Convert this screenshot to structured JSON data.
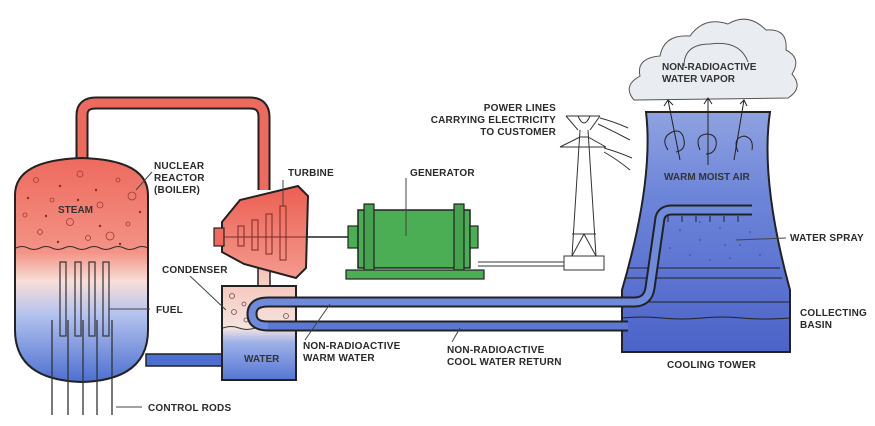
{
  "diagram": {
    "subject": "Nuclear power plant (boiling water reactor) with cooling tower",
    "colors": {
      "steam_red": "#ee6a5e",
      "steam_light": "#f7b4aa",
      "water_blue": "#4d6fd0",
      "water_light": "#a9b8ea",
      "generator_green": "#4cae54",
      "generator_dark": "#2e7d35",
      "cloud": "#e9edf2",
      "outline": "#222222"
    },
    "labels": {
      "reactor": [
        "NUCLEAR",
        "REACTOR",
        "(BOILER)"
      ],
      "steam": "STEAM",
      "fuel": "FUEL",
      "control_rods": "CONTROL RODS",
      "turbine": "TURBINE",
      "generator": "GENERATOR",
      "condenser": "CONDENSER",
      "water": "WATER",
      "warm_water": [
        "NON-RADIOACTIVE",
        "WARM WATER"
      ],
      "cool_water_return": [
        "NON-RADIOACTIVE",
        "COOL WATER RETURN"
      ],
      "power_lines": [
        "POWER LINES",
        "CARRYING ELECTRICITY",
        "TO CUSTOMER"
      ],
      "water_vapor": [
        "NON-RADIOACTIVE",
        "WATER VAPOR"
      ],
      "warm_moist_air": "WARM MOIST AIR",
      "water_spray": "WATER SPRAY",
      "collecting_basin": [
        "COLLECTING",
        "BASIN"
      ],
      "cooling_tower": "COOLING TOWER"
    }
  }
}
